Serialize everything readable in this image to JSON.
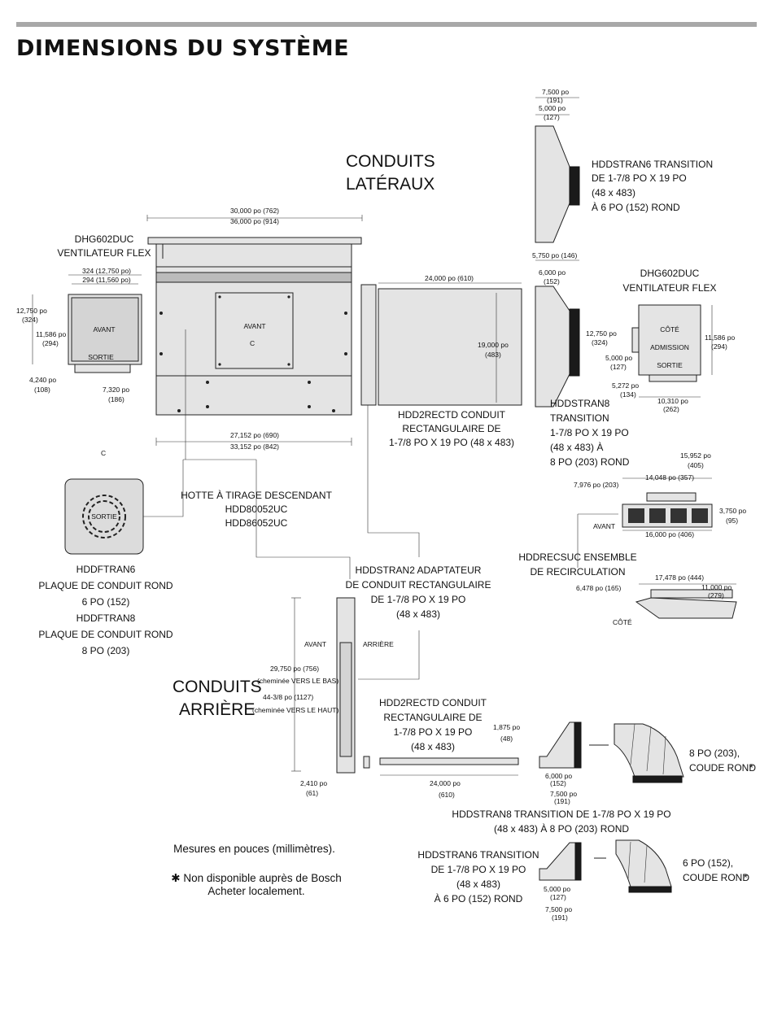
{
  "title": "DIMENSIONS DU SYSTÈME",
  "headings": {
    "side": [
      "CONDUITS",
      "LATÉRAUX"
    ],
    "rear": [
      "CONDUITS",
      "ARRIÈRE"
    ]
  },
  "labels": {
    "blower_left": [
      "DHG602DUC",
      "VENTILATEUR FLEX"
    ],
    "blower_right": [
      "DHG602DUC",
      "VENTILATEUR FLEX"
    ],
    "front": "AVANT",
    "outlet": "SORTIE",
    "side": "CÔTÉ",
    "intake": "ADMISSION",
    "rear": "ARRIÈRE",
    "centerline": "C",
    "hood": [
      "HOTTE À TIRAGE DESCENDANT",
      "HDD80052UC",
      "HDD86052UC"
    ],
    "round_plate": [
      "HDDFTRAN6",
      "PLAQUE DE CONDUIT ROND",
      "6 PO (152)",
      "HDDFTRAN8",
      "PLAQUE DE CONDUIT ROND",
      "8 PO (203)"
    ],
    "rect_duct_side": [
      "HDD2RECTD CONDUIT",
      "RECTANGULAIRE DE",
      "1-7/8 PO X 19 PO (48 x 483)"
    ],
    "rect_duct_rear": [
      "HDD2RECTD CONDUIT",
      "RECTANGULAIRE DE",
      "1-7/8 PO X 19 PO",
      "(48 x 483)"
    ],
    "adapter": [
      "HDDSTRAN2 ADAPTATEUR",
      "DE CONDUIT RECTANGULAIRE",
      "DE 1-7/8 PO X 19 PO",
      "(48 x 483)"
    ],
    "tran6_top": [
      "HDDSTRAN6 TRANSITION",
      "DE 1-7/8 PO X 19 PO",
      "(48 x 483)",
      "À 6 PO (152) ROND"
    ],
    "tran8_mid": [
      "HDDSTRAN8",
      "TRANSITION",
      "1-7/8 PO X 19 PO",
      "(48 x 483) À",
      "8 PO (203) ROND"
    ],
    "recirc": [
      "HDDRECSUC ENSEMBLE",
      "DE RECIRCULATION"
    ],
    "tran8_bottom": [
      "HDDSTRAN8 TRANSITION DE 1-7/8 PO X 19 PO",
      "(48 x 483) À  8 PO (203) ROND"
    ],
    "tran6_bottom": [
      "HDDSTRAN6 TRANSITION",
      "DE 1-7/8 PO X 19 PO",
      "(48 x 483)",
      "À 6 PO (152) ROND"
    ],
    "elbow8": [
      "8 PO (203),",
      "COUDE ROND"
    ],
    "elbow6": [
      "6 PO (152),",
      "COUDE ROND"
    ],
    "asterisk": "*"
  },
  "dimensions": {
    "hood_width": [
      "30,000 po (762)",
      "36,000 po (914)"
    ],
    "hood_base": [
      "27,152 po (690)",
      "33,152 po (842)"
    ],
    "blower_w": [
      "324 (12,750 po)",
      "294 (11,560 po)"
    ],
    "blower_h": [
      "12,750 po",
      "(324)",
      "11,586 po",
      "(294)"
    ],
    "blower_foot": [
      "4,240 po",
      "(108)",
      "7,320 po",
      "(186)"
    ],
    "rect_duct_len": "24,000 po (610)",
    "rect_duct_h": [
      "19,000 po",
      "(483)"
    ],
    "tran6_top_dims": [
      "7,500 po",
      "(191)",
      "5,000 po",
      "(127)"
    ],
    "tran8_mid_dims": [
      "5,750 po (146)",
      "6,000 po",
      "(152)"
    ],
    "blower_r_dims": [
      "12,750 po",
      "(324)",
      "5,000 po",
      "(127)",
      "5,272 po",
      "(134)",
      "10,310 po",
      "(262)",
      "11,586 po",
      "(294)"
    ],
    "recirc_dims": [
      "15,952 po",
      "(405)",
      "14,048 po (357)",
      "7,976 po (203)",
      "3,750 po",
      "(95)",
      "16,000 po (406)"
    ],
    "recirc_side_dims": [
      "17,478 po (444)",
      "11,000 po",
      "(279)",
      "6,478 po (165)"
    ],
    "rear_dims": [
      "29,750 po (756)",
      "(cheminée VERS LE BAS)",
      "44-3/8 po (1127)",
      "(cheminée VERS LE HAUT)",
      "2,410 po",
      "(61)"
    ],
    "rear_duct_dims": [
      "1,875 po",
      "(48)",
      "24,000 po",
      "(610)"
    ],
    "tran8_bot_dims": [
      "6,000 po",
      "(152)",
      "7,500 po",
      "(191)"
    ],
    "tran6_bot_dims": [
      "5,000 po",
      "(127)",
      "7,500 po",
      "(191)"
    ]
  },
  "notes": {
    "units": "Mesures en pouces (millimètres).",
    "star": "✱",
    "availability": [
      "Non disponible auprès de Bosch",
      "Acheter localement."
    ]
  },
  "colors": {
    "rule": "#a8a8a8",
    "panel": "#e4e4e4",
    "line": "#222222"
  }
}
